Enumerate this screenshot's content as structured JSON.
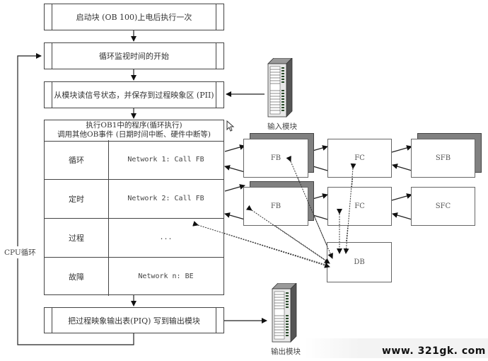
{
  "flow": {
    "startup": "启动块 (OB 100)上电后执行一次",
    "cycle_monitor_start": "循环监视时间的开始",
    "read_inputs": "从模块读信号状态，并保存到过程映象区 (PII)",
    "ob1_header_line1": "执行OB1中的程序(循环执行)",
    "ob1_header_line2": "调用其他OB事件 (日期时间中断、硬件中断等)",
    "ob1_rows": [
      {
        "event": "循环",
        "network": "Network 1: Call FB"
      },
      {
        "event": "定时",
        "network": "Network 2: Call FB"
      },
      {
        "event": "过程",
        "network": "..."
      },
      {
        "event": "故障",
        "network": "Network n: BE"
      }
    ],
    "write_outputs": "把过程映象输出表(PIQ) 写到输出模块",
    "cpu_cycle_label": "CPU循环"
  },
  "modules": {
    "input_label": "输入模块",
    "output_label": "输出模块"
  },
  "blocks": {
    "row1": [
      "FB",
      "FC",
      "SFB"
    ],
    "row2": [
      "FB",
      "FC",
      "SFC"
    ],
    "db": "DB"
  },
  "watermark": "www. 321gk. com"
}
